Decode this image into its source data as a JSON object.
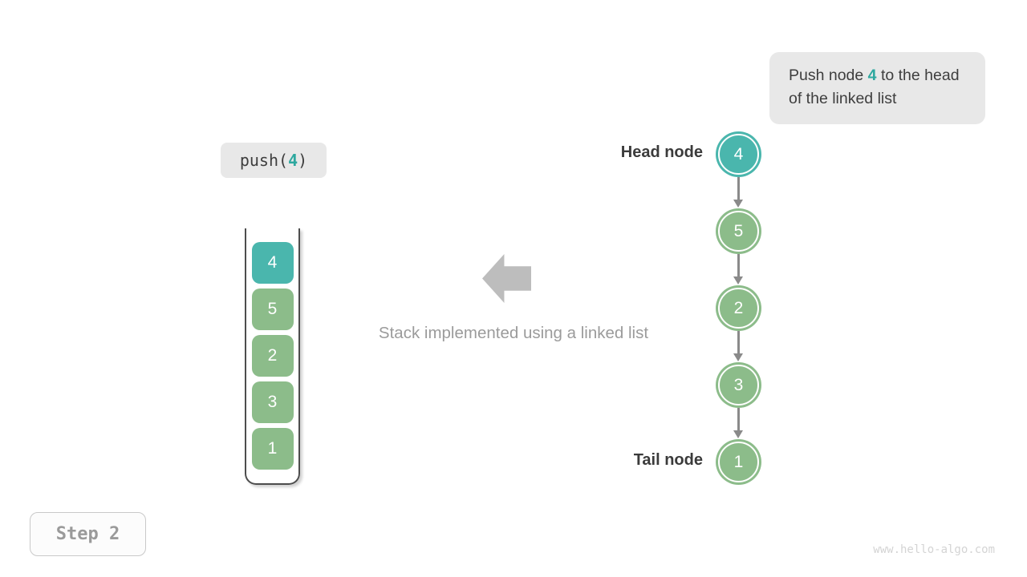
{
  "annotation": {
    "text_before": "Push node ",
    "highlight": "4",
    "text_after": " to the head of the linked list"
  },
  "operation": {
    "text_before": "push(",
    "highlight": "4",
    "text_after": ")"
  },
  "stack": {
    "items": [
      {
        "value": "4",
        "highlight": true
      },
      {
        "value": "5",
        "highlight": false
      },
      {
        "value": "2",
        "highlight": false
      },
      {
        "value": "3",
        "highlight": false
      },
      {
        "value": "1",
        "highlight": false
      }
    ]
  },
  "caption": {
    "text": "Stack implemented using a linked list"
  },
  "linked_list": {
    "head_label": "Head node",
    "tail_label": "Tail node",
    "nodes": [
      {
        "value": "4",
        "highlight": true
      },
      {
        "value": "5",
        "highlight": false
      },
      {
        "value": "2",
        "highlight": false
      },
      {
        "value": "3",
        "highlight": false
      },
      {
        "value": "1",
        "highlight": false
      }
    ]
  },
  "step": {
    "label": "Step 2"
  },
  "footer": {
    "watermark": "www.hello-algo.com"
  },
  "colors": {
    "highlight_node_fill": "#4ab6ad",
    "node_fill": "#8cbc8a",
    "highlight_text": "#2ea89f",
    "dark_text": "#3b3b3b",
    "muted_text": "#9b9b9b",
    "arrow_gray": "#bdbdbd",
    "connector_gray": "#8a8a8a",
    "box_bg": "#e8e8e8"
  }
}
